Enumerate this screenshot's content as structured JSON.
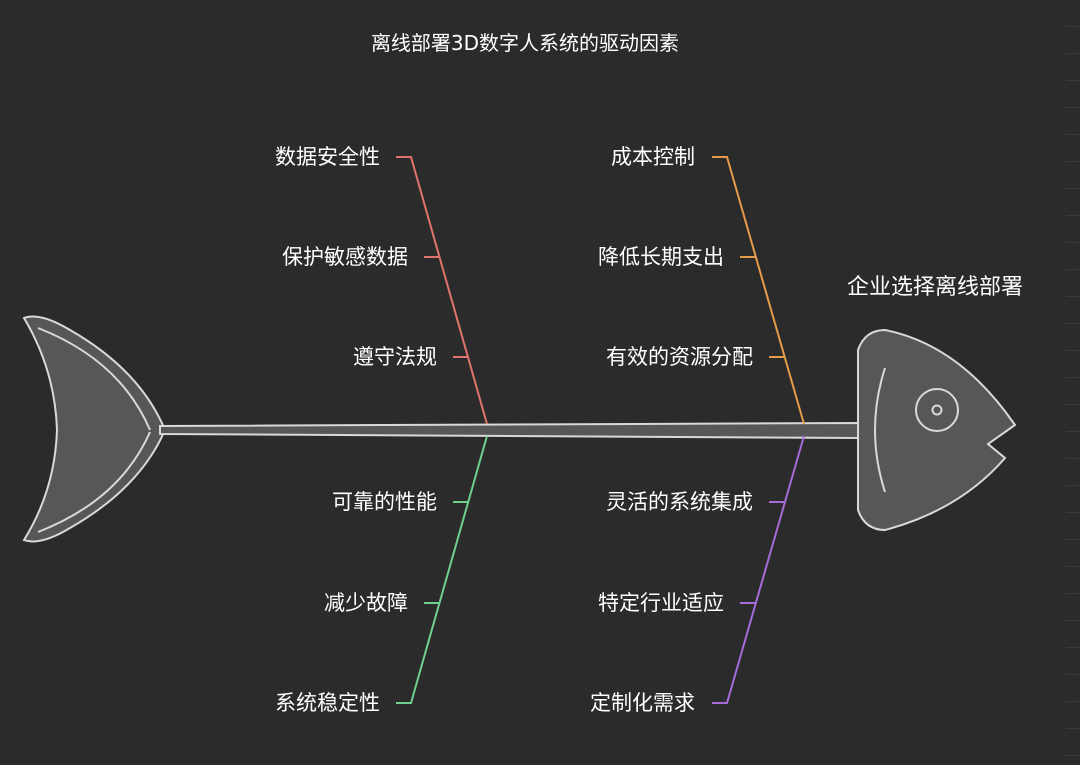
{
  "diagram": {
    "title": "离线部署3D数字人系统的驱动因素",
    "effect": "企业选择离线部署",
    "causes": {
      "top_left": [
        "数据安全性",
        "保护敏感数据",
        "遵守法规"
      ],
      "top_right": [
        "成本控制",
        "降低长期支出",
        "有效的资源分配"
      ],
      "bottom_left": [
        "可靠的性能",
        "减少故障",
        "系统稳定性"
      ],
      "bottom_right": [
        "灵活的系统集成",
        "特定行业适应",
        "定制化需求"
      ]
    },
    "colors": {
      "background": "#2b2b2b",
      "fish_fill": "#575757",
      "fish_stroke": "#d9d9d9",
      "security": "#e0736b",
      "cost": "#e69b4a",
      "reliability": "#6fcf8f",
      "flexibility": "#a66bd9",
      "text": "#ffffff"
    }
  }
}
